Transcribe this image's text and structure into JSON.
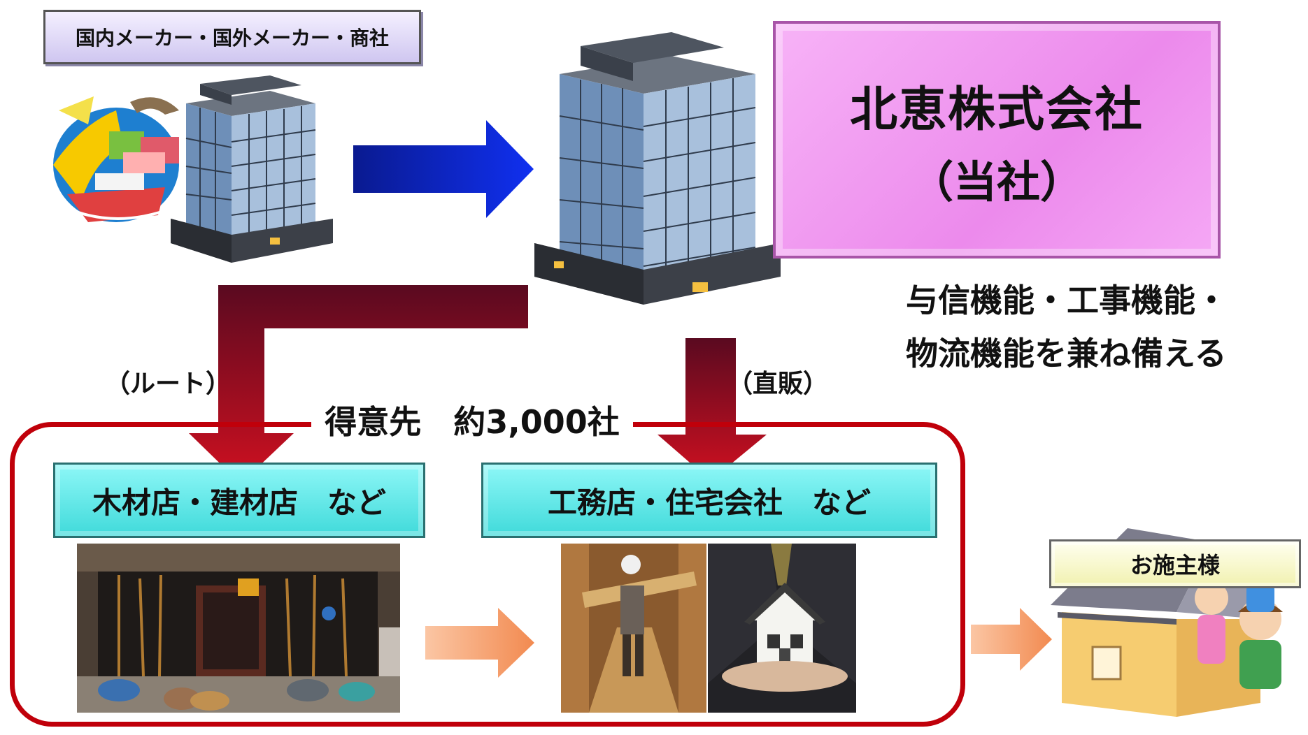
{
  "makers_label": "国内メーカー・国外メーカー・商社",
  "company": {
    "name": "北恵株式会社",
    "sub": "（当社）"
  },
  "functions": {
    "line1": "与信機能・工事機能・",
    "line2": "物流機能を兼ね備える"
  },
  "route_label": "（ルート）",
  "direct_label": "（直販）",
  "customers_label": "得意先　約3,000社",
  "lumber_label": "木材店・建材店　など",
  "builders_label": "工務店・住宅会社　など",
  "client_label": "お施主様",
  "colors": {
    "blue_arrow": "#0a1fd0",
    "red_arrow": "#9a0a1a",
    "orange_arrow": "#f6a070",
    "company_fill": "#ee90ee",
    "cyan_fill": "#5fe6e6",
    "frame": "#c0000a"
  }
}
